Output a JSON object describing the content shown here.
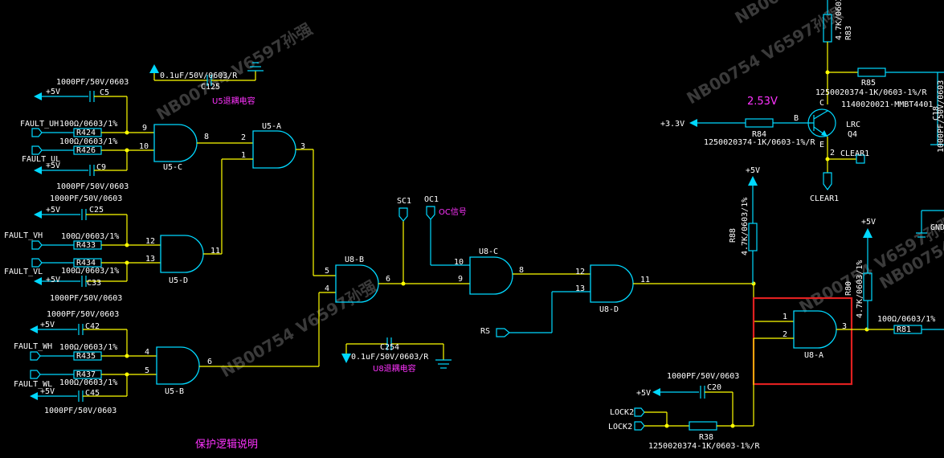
{
  "watermarks": [
    "NB00754 V6597孙强",
    "NB00754 V6597孙强",
    "NB00754 V6597孙强",
    "NB00754 V6597孙强",
    "NB00754 V6597孙强",
    "NB00754 V6597孙强"
  ],
  "title": "保护逻辑说明",
  "u5_decoupling": {
    "value": "0.1uF/50V/0603/R",
    "ref": "C125",
    "note": "U5退耦电容"
  },
  "u8_decoupling": {
    "value": "0.1uF/50V/0603/R",
    "ref": "C254",
    "note": "U8退耦电容"
  },
  "power": {
    "v5": "+5V",
    "v33": "+3.3V"
  },
  "nets": {
    "fault_uh": "FAULT_UH",
    "fault_ul": "FAULT_UL",
    "fault_vh": "FAULT_VH",
    "fault_vl": "FAULT_VL",
    "fault_wh": "FAULT_WH",
    "fault_wl": "FAULT_WL",
    "sc1": "SC1",
    "oc1": "OC1",
    "oc_sig": "OC信号",
    "rs": "RS",
    "lock2": "LOCK2",
    "clear1": "CLEAR1"
  },
  "caps": {
    "c5": {
      "ref": "C5",
      "value": "1000PF/50V/0603"
    },
    "c9": {
      "ref": "C9",
      "value": "1000PF/50V/0603"
    },
    "c25": {
      "ref": "C25",
      "value": "1000PF/50V/0603"
    },
    "c33": {
      "ref": "C33",
      "value": "1000PF/50V/0603"
    },
    "c42": {
      "ref": "C42",
      "value": "1000PF/50V/0603"
    },
    "c45": {
      "ref": "C45",
      "value": "1000PF/50V/0603"
    },
    "c20": {
      "ref": "C20",
      "value": "1000PF/50V/0603"
    },
    "c18": {
      "ref": "C18",
      "value": "1000PF/50V/0603"
    }
  },
  "resistors": {
    "r424": {
      "ref": "R424",
      "value": "100Ω/0603/1%"
    },
    "r426": {
      "ref": "R426",
      "value": "100Ω/0603/1%"
    },
    "r433": {
      "ref": "R433",
      "value": "100Ω/0603/1%"
    },
    "r434": {
      "ref": "R434",
      "value": "100Ω/0603/1%"
    },
    "r435": {
      "ref": "R435",
      "value": "100Ω/0603/1%"
    },
    "r437": {
      "ref": "R437",
      "value": "100Ω/0603/1%"
    },
    "r38": {
      "ref": "R38",
      "value": "1250020374-1K/0603-1%/R"
    },
    "r88": {
      "ref": "R88",
      "value": "4.7K/0603/1%"
    },
    "r80": {
      "ref": "R80",
      "value": "4.7K/0603/1%"
    },
    "r81": {
      "ref": "R81",
      "value": "100Ω/0603/1%"
    },
    "r83": {
      "ref": "R83",
      "value": "4.7K/0603/1%"
    },
    "r84": {
      "ref": "R84",
      "value": "1250020374-1K/0603-1%/R"
    },
    "r85": {
      "ref": "R85",
      "value": "1250020374-1K/0603-1%/R"
    }
  },
  "gates": {
    "u5c": "U5-C",
    "u5a": "U5-A",
    "u5d": "U5-D",
    "u5b": "U5-B",
    "u8b": "U8-B",
    "u8c": "U8-C",
    "u8d": "U8-D",
    "u8a": "U8-A"
  },
  "pins": {
    "u5c": [
      "9",
      "10",
      "8"
    ],
    "u5a": [
      "2",
      "1",
      "3"
    ],
    "u5d": [
      "12",
      "13",
      "11"
    ],
    "u5b": [
      "4",
      "5",
      "6"
    ],
    "u8b": [
      "5",
      "4",
      "6"
    ],
    "u8c": [
      "10",
      "9",
      "8"
    ],
    "u8d": [
      "12",
      "13",
      "11"
    ],
    "u8a": [
      "1",
      "2",
      "3"
    ]
  },
  "transistor": {
    "ref": "Q4",
    "maker": "LRC",
    "part": "1140020021-MMBT4401",
    "pin_b": "B",
    "pin_c": "C",
    "pin_e": "E",
    "pin2": "2"
  },
  "voltage_annotation": "2.53V",
  "misc": {
    "gnd": "GND"
  },
  "highlight_color": "#e02020"
}
